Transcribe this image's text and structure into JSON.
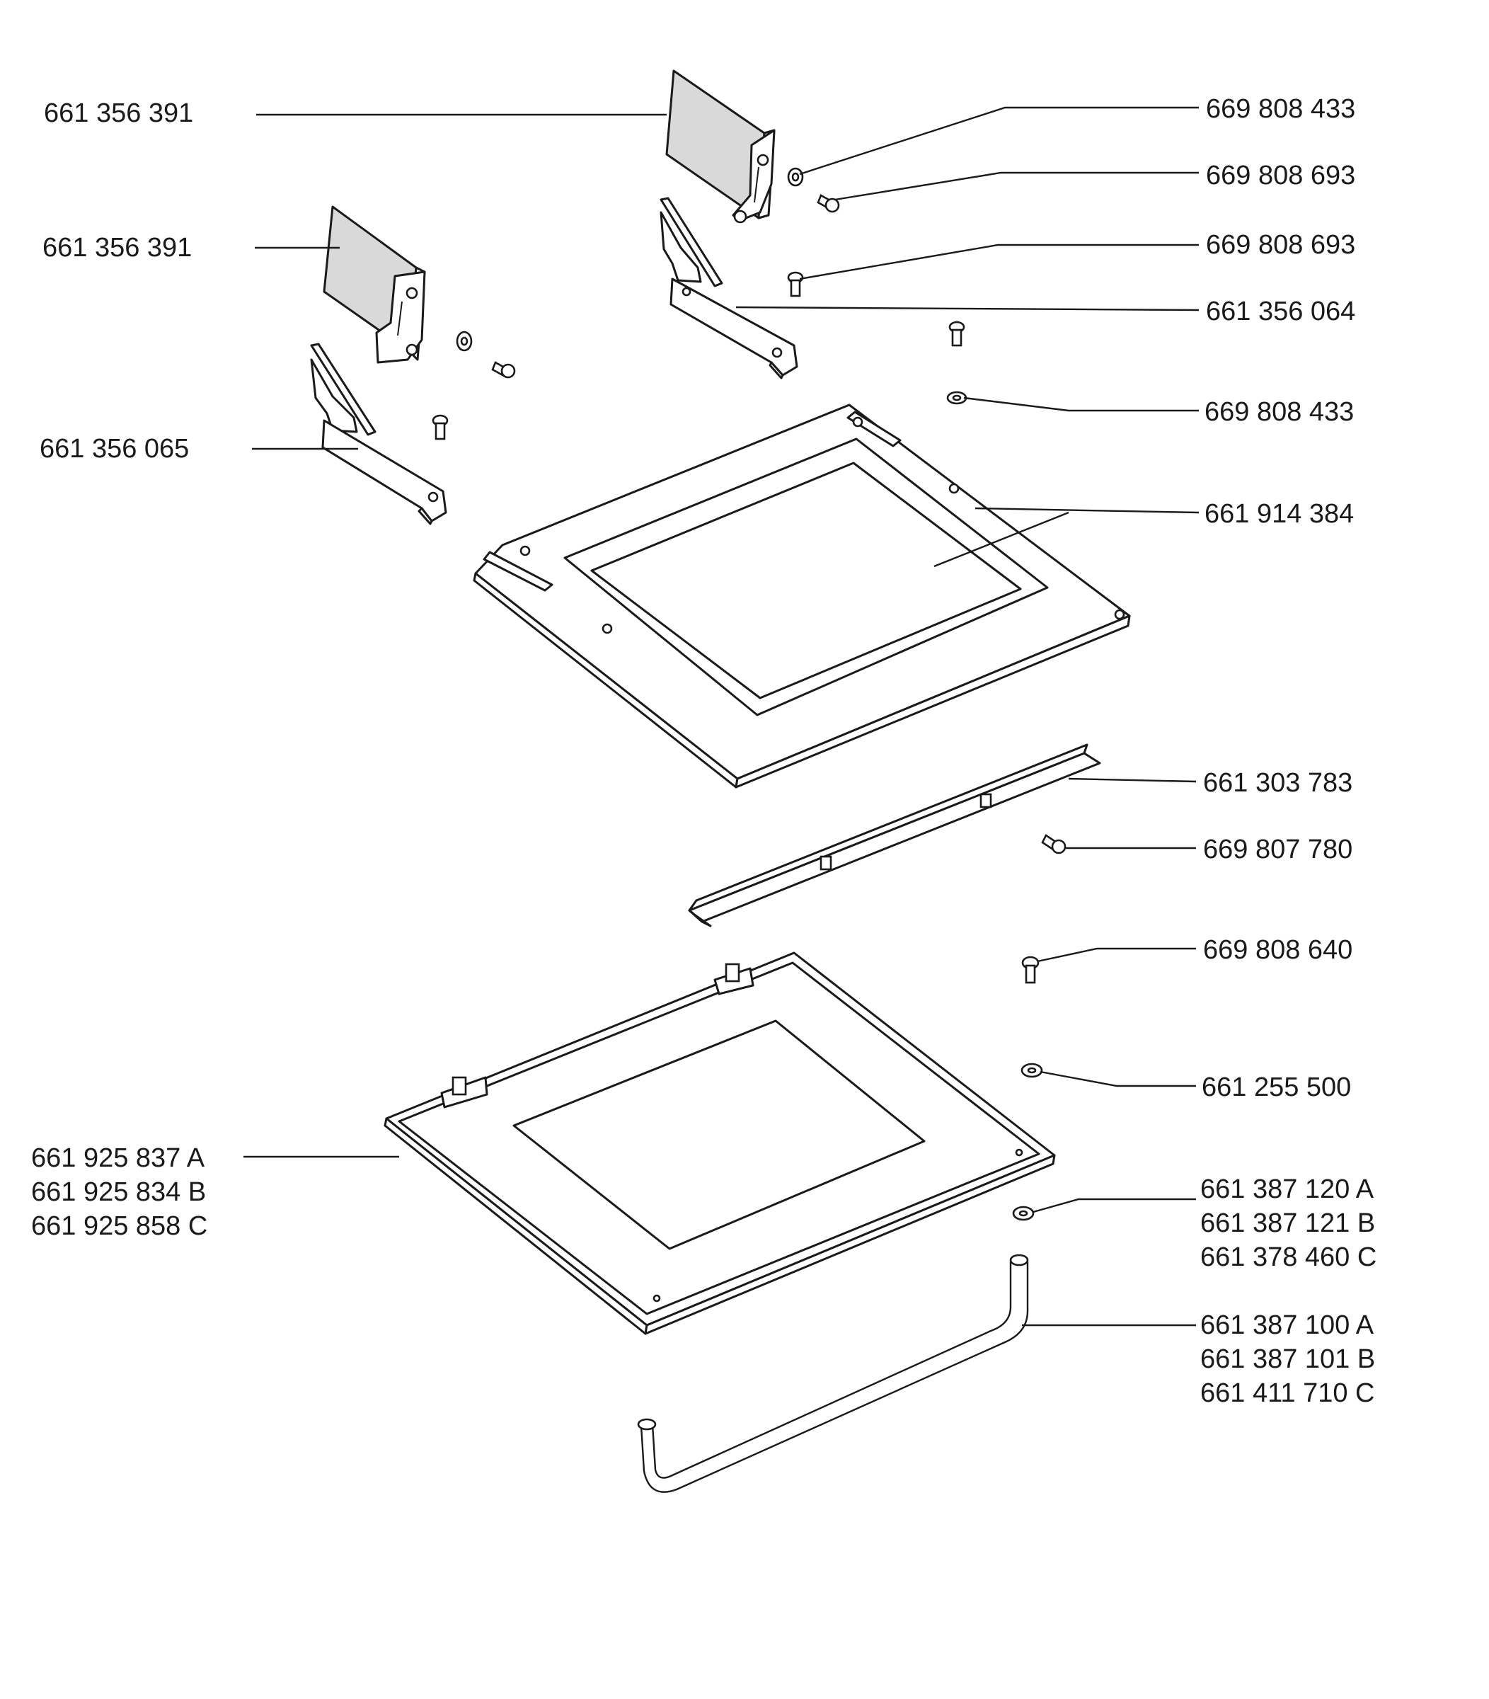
{
  "labels": {
    "hinge_cover_top": "661 356 391",
    "hinge_cover_left": "661 356 391",
    "hinge_left": "661 356 065",
    "washer_top": "669 808 433",
    "screw_top_a": "669 808 693",
    "screw_top_b": "669 808 693",
    "hinge_right": "661 356 064",
    "washer_mid": "669 808 433",
    "inner_door_panel": "661 914 384",
    "strip": "661 303 783",
    "screw_strip": "669 807 780",
    "screw_lower": "669 808 640",
    "washer_lower": "661 255 500",
    "outer_door": [
      "661 925 837 A",
      "661 925 834 B",
      "661 925 858 C"
    ],
    "handle_washer": [
      "661 387 120 A",
      "661 387 121 B",
      "661 378 460 C"
    ],
    "handle": [
      "661 387 100 A",
      "661 387 101 B",
      "661 411 710 C"
    ]
  }
}
